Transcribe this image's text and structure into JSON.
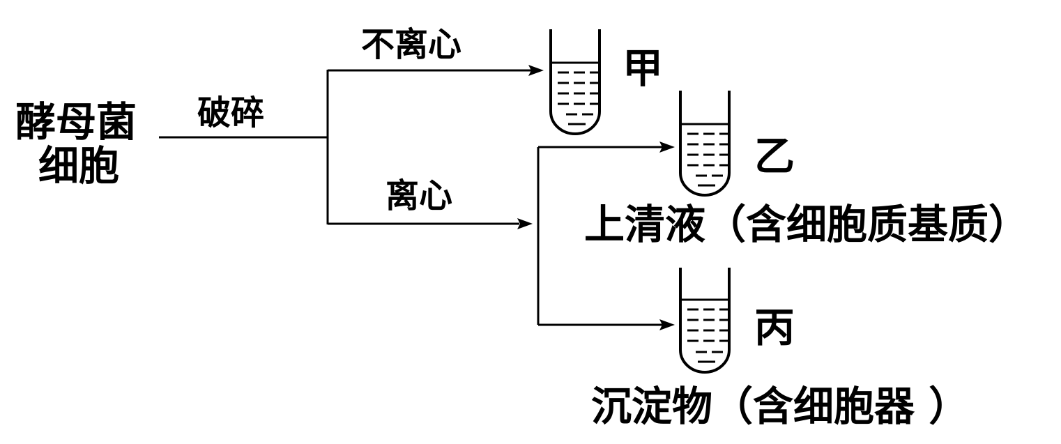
{
  "source_label_line1": "酵母菌",
  "source_label_line2": "细胞",
  "step_break": "破碎",
  "branch_no_centrifuge": "不离心",
  "branch_centrifuge": "离心",
  "tube_jia": "甲",
  "tube_yi": "乙",
  "tube_bing": "丙",
  "supernatant_label": "上清液（含细胞质基质）",
  "precipitate_label": "沉淀物（含细胞器 ）"
}
